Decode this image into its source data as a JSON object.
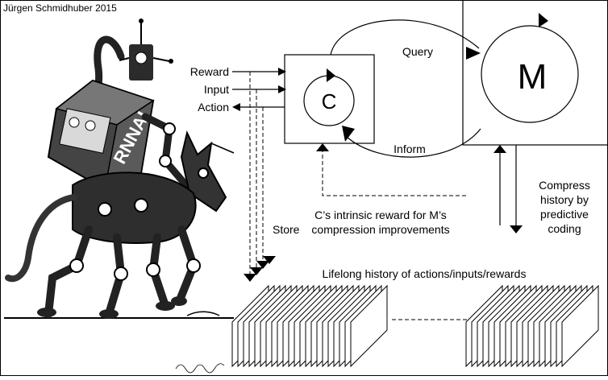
{
  "credit": "Jürgen Schmidhuber 2015",
  "robot": {
    "torso_text": "RNNAI"
  },
  "signature": "Schmidhuber",
  "controller": {
    "label": "C",
    "inputs": [
      "Reward",
      "Input"
    ],
    "output": "Action"
  },
  "model": {
    "label": "M"
  },
  "links": {
    "query": "Query",
    "inform": "Inform",
    "store": "Store"
  },
  "intrinsic_reward": {
    "line1": "C’s intrinsic reward for M’s",
    "line2": "compression improvements"
  },
  "compress": {
    "line1": "Compress",
    "line2": "history by",
    "line3": "predictive",
    "line4": "coding"
  },
  "history": {
    "label": "Lifelong history of actions/inputs/rewards"
  }
}
